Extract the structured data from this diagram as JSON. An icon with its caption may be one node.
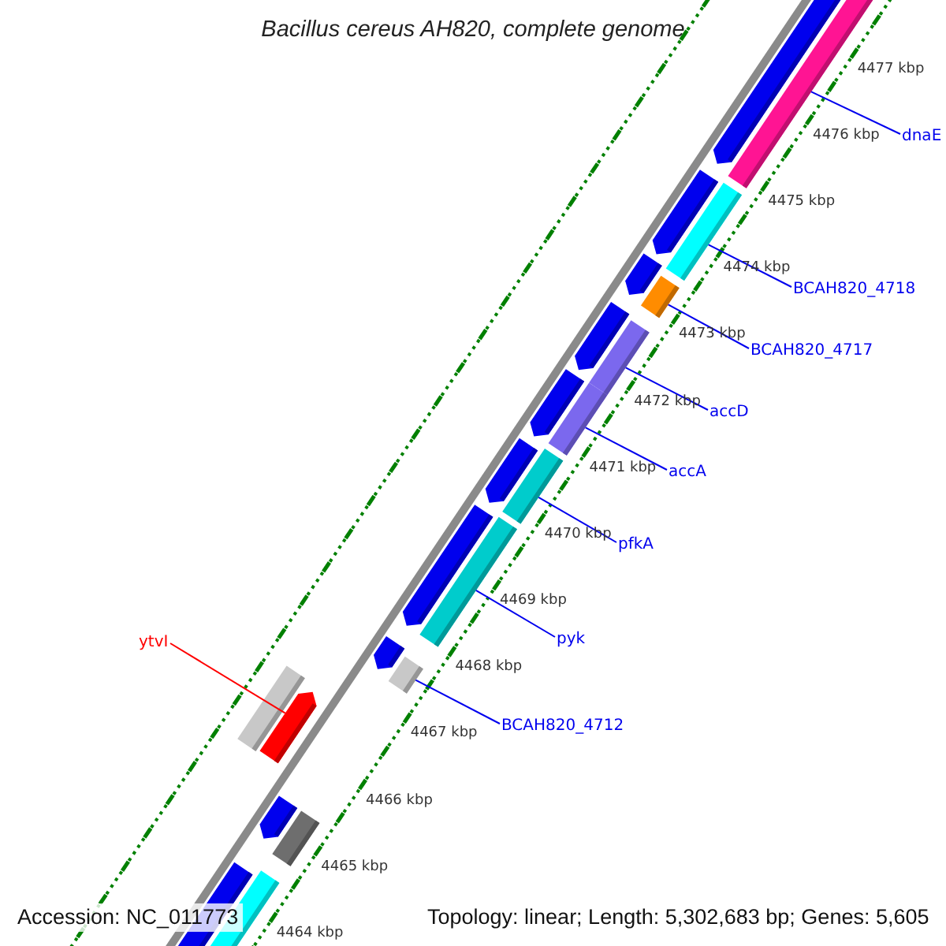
{
  "diagram": {
    "title": "Bacillus cereus AH820, complete genome",
    "nodes": [
      {
        "text": [
          "dnaE"
        ]
      },
      {
        "text": [
          "BCAH820_4718"
        ]
      },
      {
        "text": [
          "BCAH820_4717"
        ]
      },
      {
        "text": [
          "accD"
        ]
      },
      {
        "text": [
          "accA"
        ]
      },
      {
        "text": [
          "pfkA"
        ]
      },
      {
        "text": [
          "pyk"
        ]
      },
      {
        "text": [
          "ytvI"
        ]
      },
      {
        "text": [
          "BCAH820_4712"
        ]
      },
      {
        "text": [],
        "shape": "bar"
      },
      {
        "text": [],
        "shape": "bar"
      },
      {
        "text": [],
        "shape": "bar"
      },
      {
        "text": [],
        "shape": "bar"
      },
      {
        "text": [],
        "shape": "bar"
      },
      {
        "text": [],
        "shape": "bar"
      },
      {
        "text": [],
        "shape": "bar"
      },
      {
        "text": [],
        "shape": "bar"
      },
      {
        "text": [],
        "shape": "bar"
      }
    ],
    "edges": [
      {
        "from": 0,
        "to": 9,
        "arrow": "none"
      },
      {
        "from": 1,
        "to": 10,
        "arrow": "none"
      },
      {
        "from": 2,
        "to": 11,
        "arrow": "none"
      },
      {
        "from": 3,
        "to": 12,
        "arrow": "none"
      },
      {
        "from": 4,
        "to": 13,
        "arrow": "none"
      },
      {
        "from": 5,
        "to": 14,
        "arrow": "none"
      },
      {
        "from": 6,
        "to": 15,
        "arrow": "none"
      },
      {
        "from": 7,
        "to": 16,
        "arrow": "none",
        "color": "#ff0000"
      },
      {
        "from": 8,
        "to": 17,
        "arrow": "none"
      }
    ],
    "labels": [
      "4477 kbp",
      "4476 kbp",
      "4475 kbp",
      "4474 kbp",
      "4473 kbp",
      "4472 kbp",
      "4471 kbp",
      "4470 kbp",
      "4469 kbp",
      "4468 kbp",
      "4467 kbp",
      "4466 kbp",
      "4465 kbp",
      "4464 kbp",
      "Accession: NC_011773",
      "Topology: linear; Length: 5,302,683 bp; Genes: 5,605"
    ]
  }
}
